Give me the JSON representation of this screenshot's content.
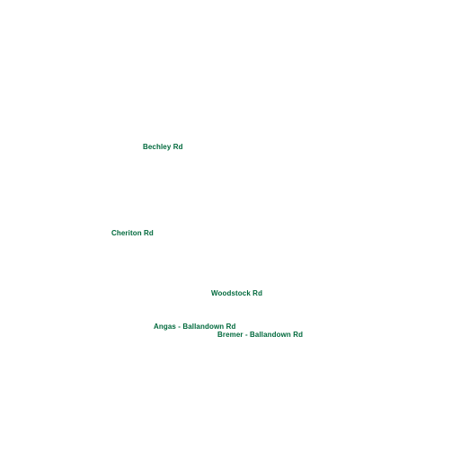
{
  "map": {
    "background_color": "#ffffff",
    "label_color": "#00693c",
    "labels": [
      {
        "text": "Bechley Rd",
        "kind": "road"
      },
      {
        "text": "Cheriton Rd",
        "kind": "road"
      },
      {
        "text": "Woodstock Rd",
        "kind": "road"
      },
      {
        "text": "Angas - Ballandown Rd",
        "kind": "road"
      },
      {
        "text": "Bremer - Ballandown Rd",
        "kind": "road"
      }
    ]
  }
}
